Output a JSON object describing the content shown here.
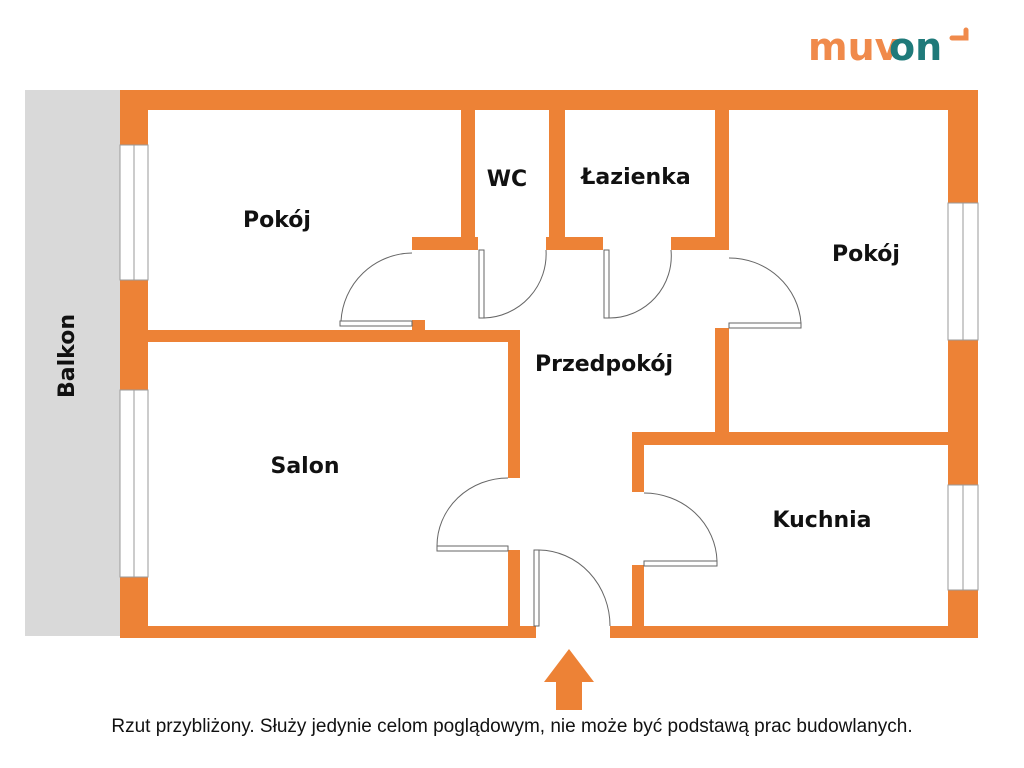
{
  "logo": {
    "part1": "muv",
    "part2": "on",
    "color_primary": "#F08A4B",
    "color_secondary": "#1F7A7A"
  },
  "rooms": {
    "pokoj_left": "Pokój",
    "wc": "WC",
    "lazienka": "Łazienka",
    "pokoj_right": "Pokój",
    "przedpokoj": "Przedpokój",
    "salon": "Salon",
    "kuchnia": "Kuchnia",
    "balkon": "Balkon"
  },
  "colors": {
    "wall": "#ED8236",
    "balcony": "#D9D9D9"
  },
  "caption": "Rzut przybliżony. Służy jedynie celom poglądowym, nie może być podstawą prac budowlanych."
}
